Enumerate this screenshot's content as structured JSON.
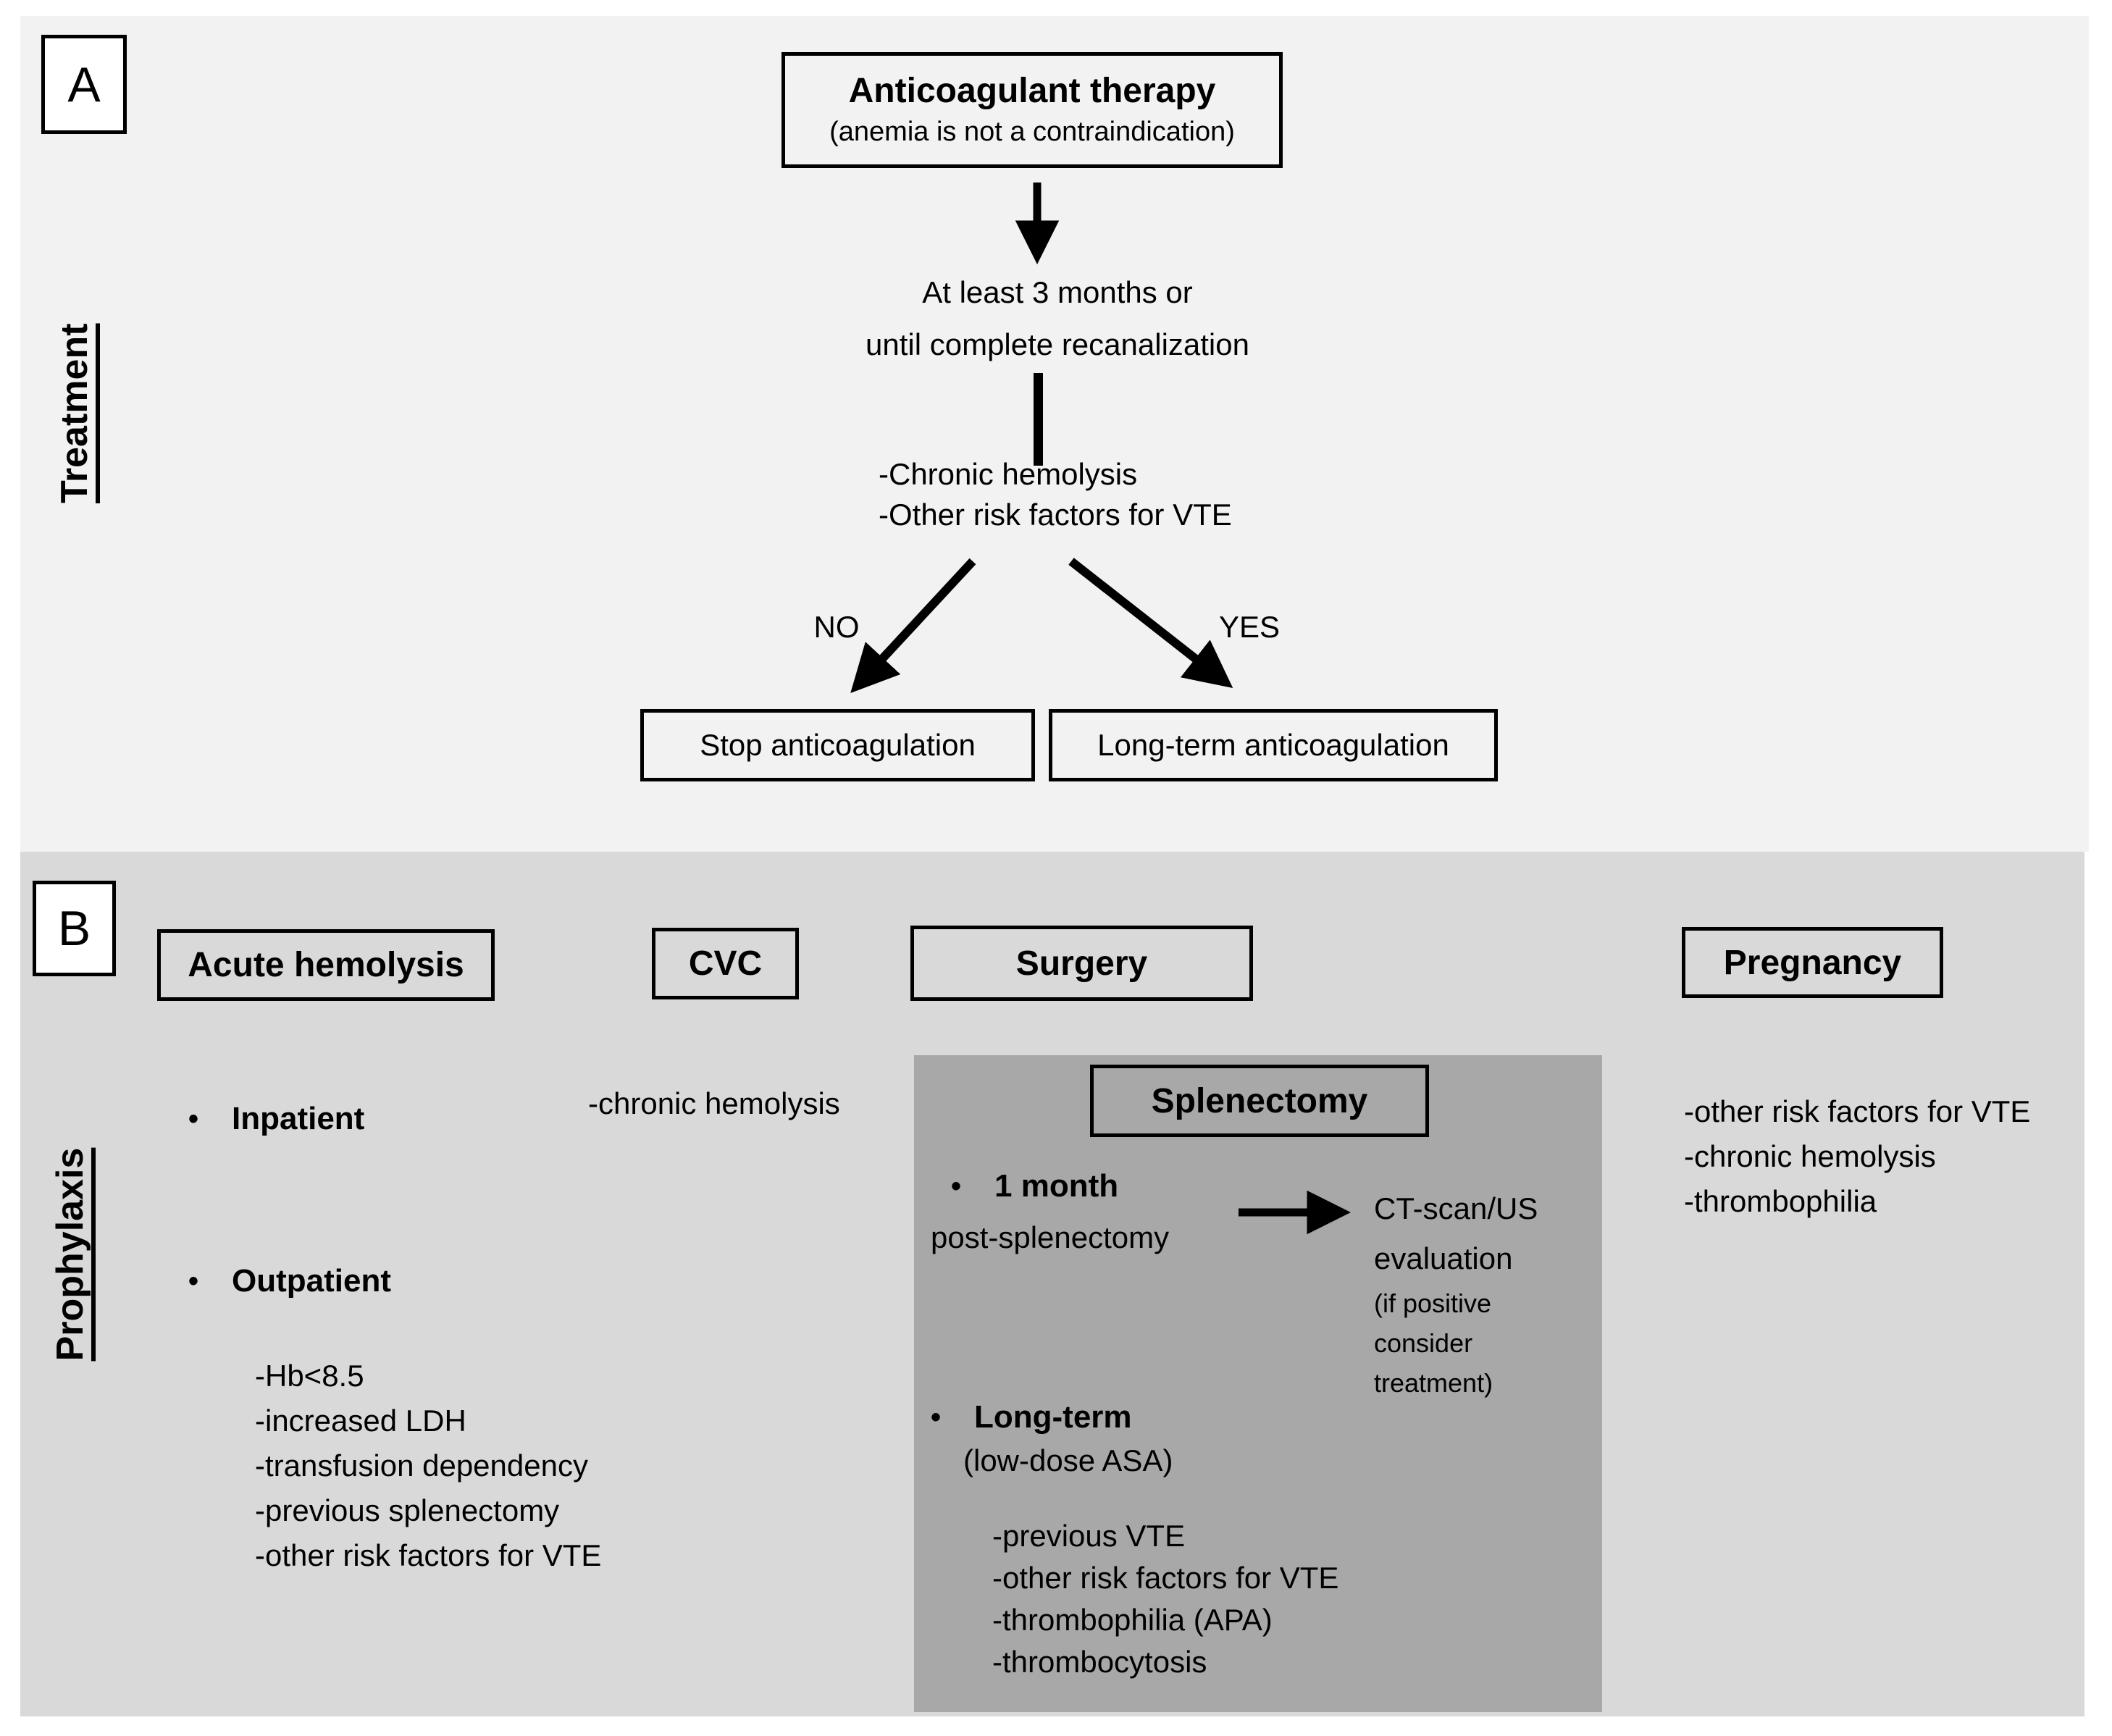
{
  "colors": {
    "panel_a_bg": "#f2f2f2",
    "panel_b_bg": "#d9d9d9",
    "inner_panel_bg": "#a8a8a8",
    "box_border": "#000000",
    "text": "#000000"
  },
  "panel_a": {
    "label": "A",
    "side_label": "Treatment",
    "root_box": {
      "title": "Anticoagulant therapy",
      "subtitle": "(anemia is not a contraindication)"
    },
    "duration": {
      "line1": "At least 3 months or",
      "line2": "until complete recanalization"
    },
    "risk_factors": [
      "-Chronic hemolysis",
      "-Other risk factors for VTE"
    ],
    "no_label": "NO",
    "yes_label": "YES",
    "no_outcome": "Stop anticoagulation",
    "yes_outcome": "Long-term anticoagulation"
  },
  "panel_b": {
    "label": "B",
    "side_label": "Prophylaxis",
    "acute_hemolysis": {
      "header": "Acute hemolysis",
      "inpatient_label": "Inpatient",
      "outpatient_label": "Outpatient",
      "outpatient_criteria": [
        "-Hb<8.5",
        "-increased LDH",
        "-transfusion dependency",
        "-previous splenectomy",
        "-other risk factors for VTE"
      ]
    },
    "cvc": {
      "header": "CVC",
      "note": "-chronic hemolysis"
    },
    "surgery": {
      "header": "Surgery",
      "splenectomy": {
        "header": "Splenectomy",
        "one_month_label": "1 month",
        "one_month_sub": "post-splenectomy",
        "ct_eval": {
          "line1": "CT-scan/US",
          "line2": "evaluation",
          "note_lines": [
            "(if positive",
            "consider",
            "treatment)"
          ]
        },
        "long_term_label": "Long-term",
        "long_term_sub": "(low-dose ASA)",
        "long_term_criteria": [
          "-previous VTE",
          "-other risk factors for VTE",
          "-thrombophilia (APA)",
          "-thrombocytosis"
        ]
      }
    },
    "pregnancy": {
      "header": "Pregnancy",
      "criteria": [
        "-other risk factors for VTE",
        "-chronic hemolysis",
        "-thrombophilia"
      ]
    }
  }
}
